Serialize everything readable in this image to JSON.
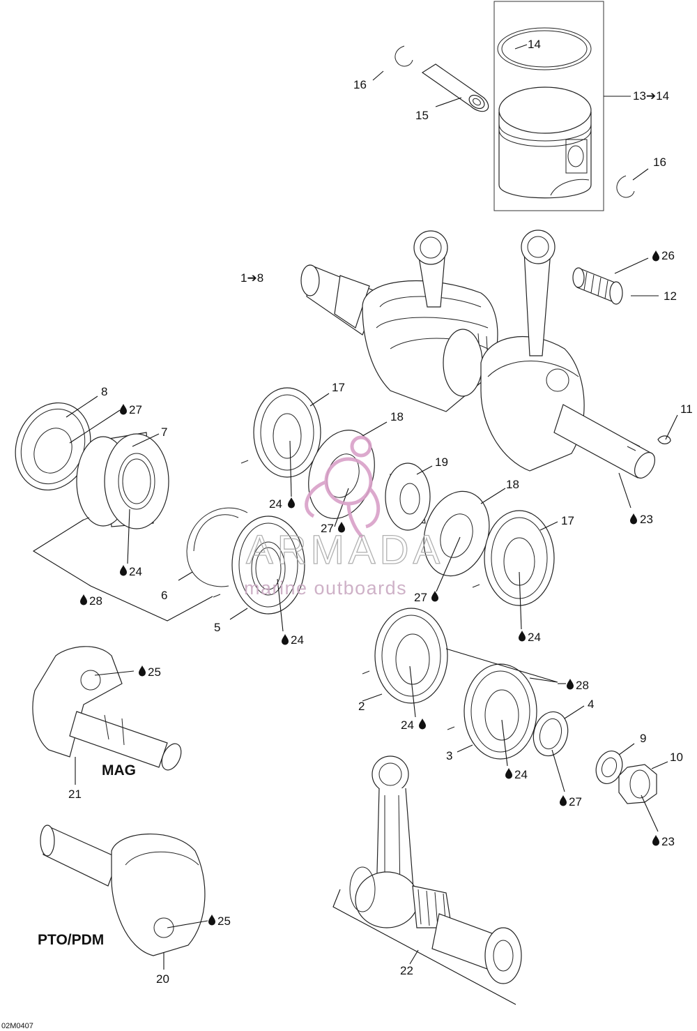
{
  "callouts": {
    "c1": "1➔8",
    "c2": "2",
    "c3": "3",
    "c4": "4",
    "c5": "5",
    "c6": "6",
    "c7": "7",
    "c8": "8",
    "c9": "9",
    "c10": "10",
    "c11": "11",
    "c12": "12",
    "c13": "13➔14",
    "c14": "14",
    "c15": "15",
    "c16a": "16",
    "c16b": "16",
    "c17a": "17",
    "c17b": "17",
    "c18a": "18",
    "c18b": "18",
    "c19": "19",
    "c20": "20",
    "c21": "21",
    "c22": "22",
    "c23a": "23",
    "c23b": "23",
    "c24a": "24",
    "c24b": "24",
    "c24c": "24",
    "c24d": "24",
    "c24e": "24",
    "c24f": "24",
    "c25a": "25",
    "c25b": "25",
    "c26": "26",
    "c27a": "27",
    "c27b": "27",
    "c27c": "27",
    "c27d": "27",
    "c28a": "28",
    "c28b": "28"
  },
  "side_labels": {
    "mag": "MAG",
    "pto": "PTO/PDM"
  },
  "watermark": {
    "brand": "ARMADA",
    "tagline": "marine outboards"
  },
  "figure_code": "02M0407",
  "lube_icon": "oil-drop-icon",
  "colors": {
    "ink": "#111111",
    "watermark_pink": "#d9a0c8",
    "watermark_gray": "#a8a8a8"
  }
}
